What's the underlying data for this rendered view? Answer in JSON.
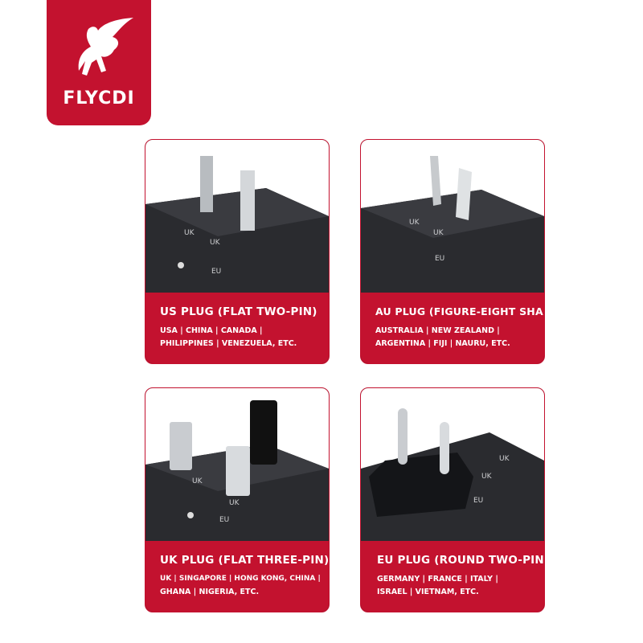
{
  "brand": {
    "name": "FLYCDI",
    "color": "#c3122f"
  },
  "cards": [
    {
      "title": "US PLUG (FLAT TWO-PIN)",
      "line1": "USA | CHINA | CANADA |",
      "line2": "PHILIPPINES | VENEZUELA, ETC.",
      "labels": [
        "UK",
        "UK",
        "EU"
      ]
    },
    {
      "title": "AU PLUG (FIGURE-EIGHT SHAPE)",
      "line1": "AUSTRALIA | NEW ZEALAND |",
      "line2": "ARGENTINA | FIJI | NAURU, ETC.",
      "labels": [
        "UK",
        "UK",
        "EU"
      ]
    },
    {
      "title": "UK PLUG (FLAT THREE-PIN)",
      "line1": "UK | SINGAPORE | HONG KONG, CHINA |",
      "line2": "GHANA | NIGERIA, ETC.",
      "labels": [
        "UK",
        "UK",
        "EU"
      ]
    },
    {
      "title": "EU PLUG (ROUND TWO-PIN)",
      "line1": "GERMANY | FRANCE | ITALY |",
      "line2": "ISRAEL | VIETNAM, ETC.",
      "labels": [
        "UK",
        "UK",
        "EU"
      ]
    }
  ]
}
